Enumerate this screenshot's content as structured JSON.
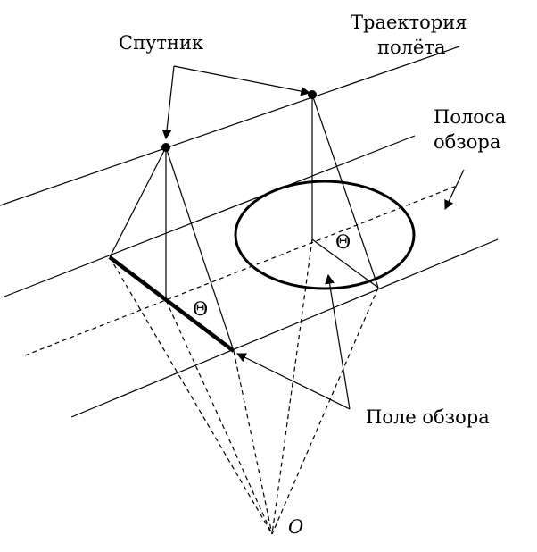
{
  "labels": {
    "satellite": "Спутник",
    "trajectory_line1": "Траектория",
    "trajectory_line2": "полёта",
    "swath_line1": "Полоса",
    "swath_line2": "обзора",
    "field_of_view": "Поле обзора",
    "theta_left": "Θ",
    "theta_right": "Θ",
    "origin": "O"
  }
}
